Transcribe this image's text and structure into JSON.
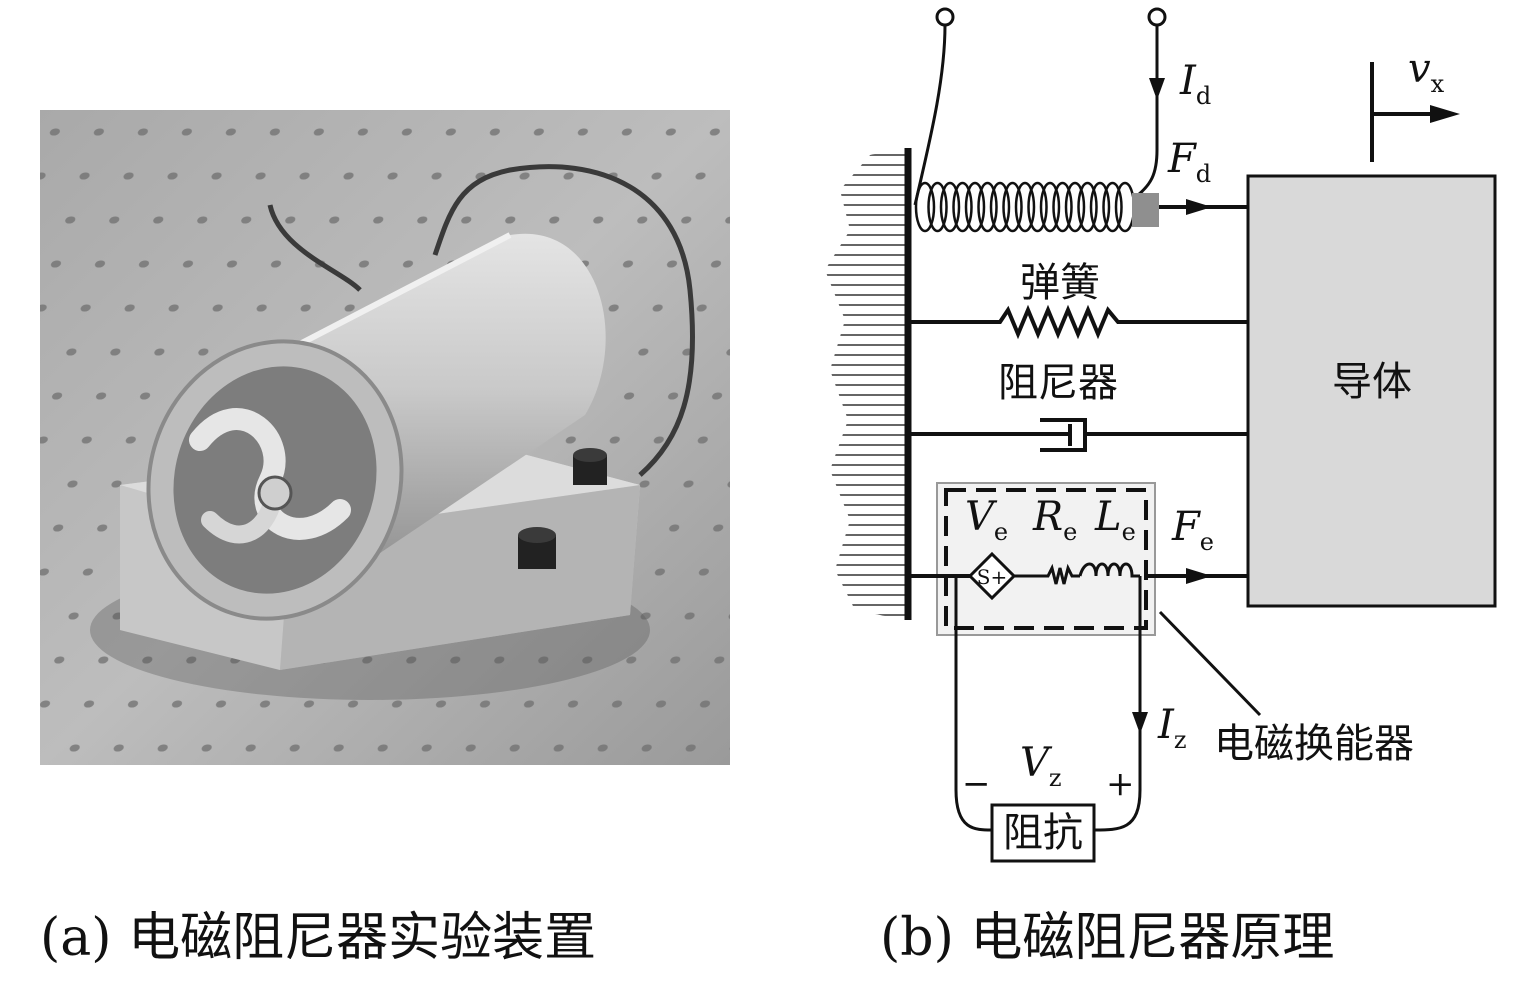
{
  "captions": {
    "a": "(a) 电磁阻尼器实验装置",
    "b": "(b) 电磁阻尼器原理"
  },
  "diagram": {
    "Id": {
      "sym": "I",
      "sub": "d"
    },
    "Fd": {
      "sym": "F",
      "sub": "d"
    },
    "vx": {
      "sym": "v",
      "sub": "x"
    },
    "spring_label": "弹簧",
    "damper_label": "阻尼器",
    "conductor_label": "导体",
    "Ve": {
      "sym": "V",
      "sub": "e"
    },
    "Re": {
      "sym": "R",
      "sub": "e"
    },
    "Le": {
      "sym": "L",
      "sub": "e"
    },
    "Fe": {
      "sym": "F",
      "sub": "e"
    },
    "Iz": {
      "sym": "I",
      "sub": "z"
    },
    "transducer_label": "电磁换能器",
    "Vz": {
      "sym": "V",
      "sub": "z"
    },
    "minus": "−",
    "plus": "+",
    "impedance_label": "阻抗"
  }
}
